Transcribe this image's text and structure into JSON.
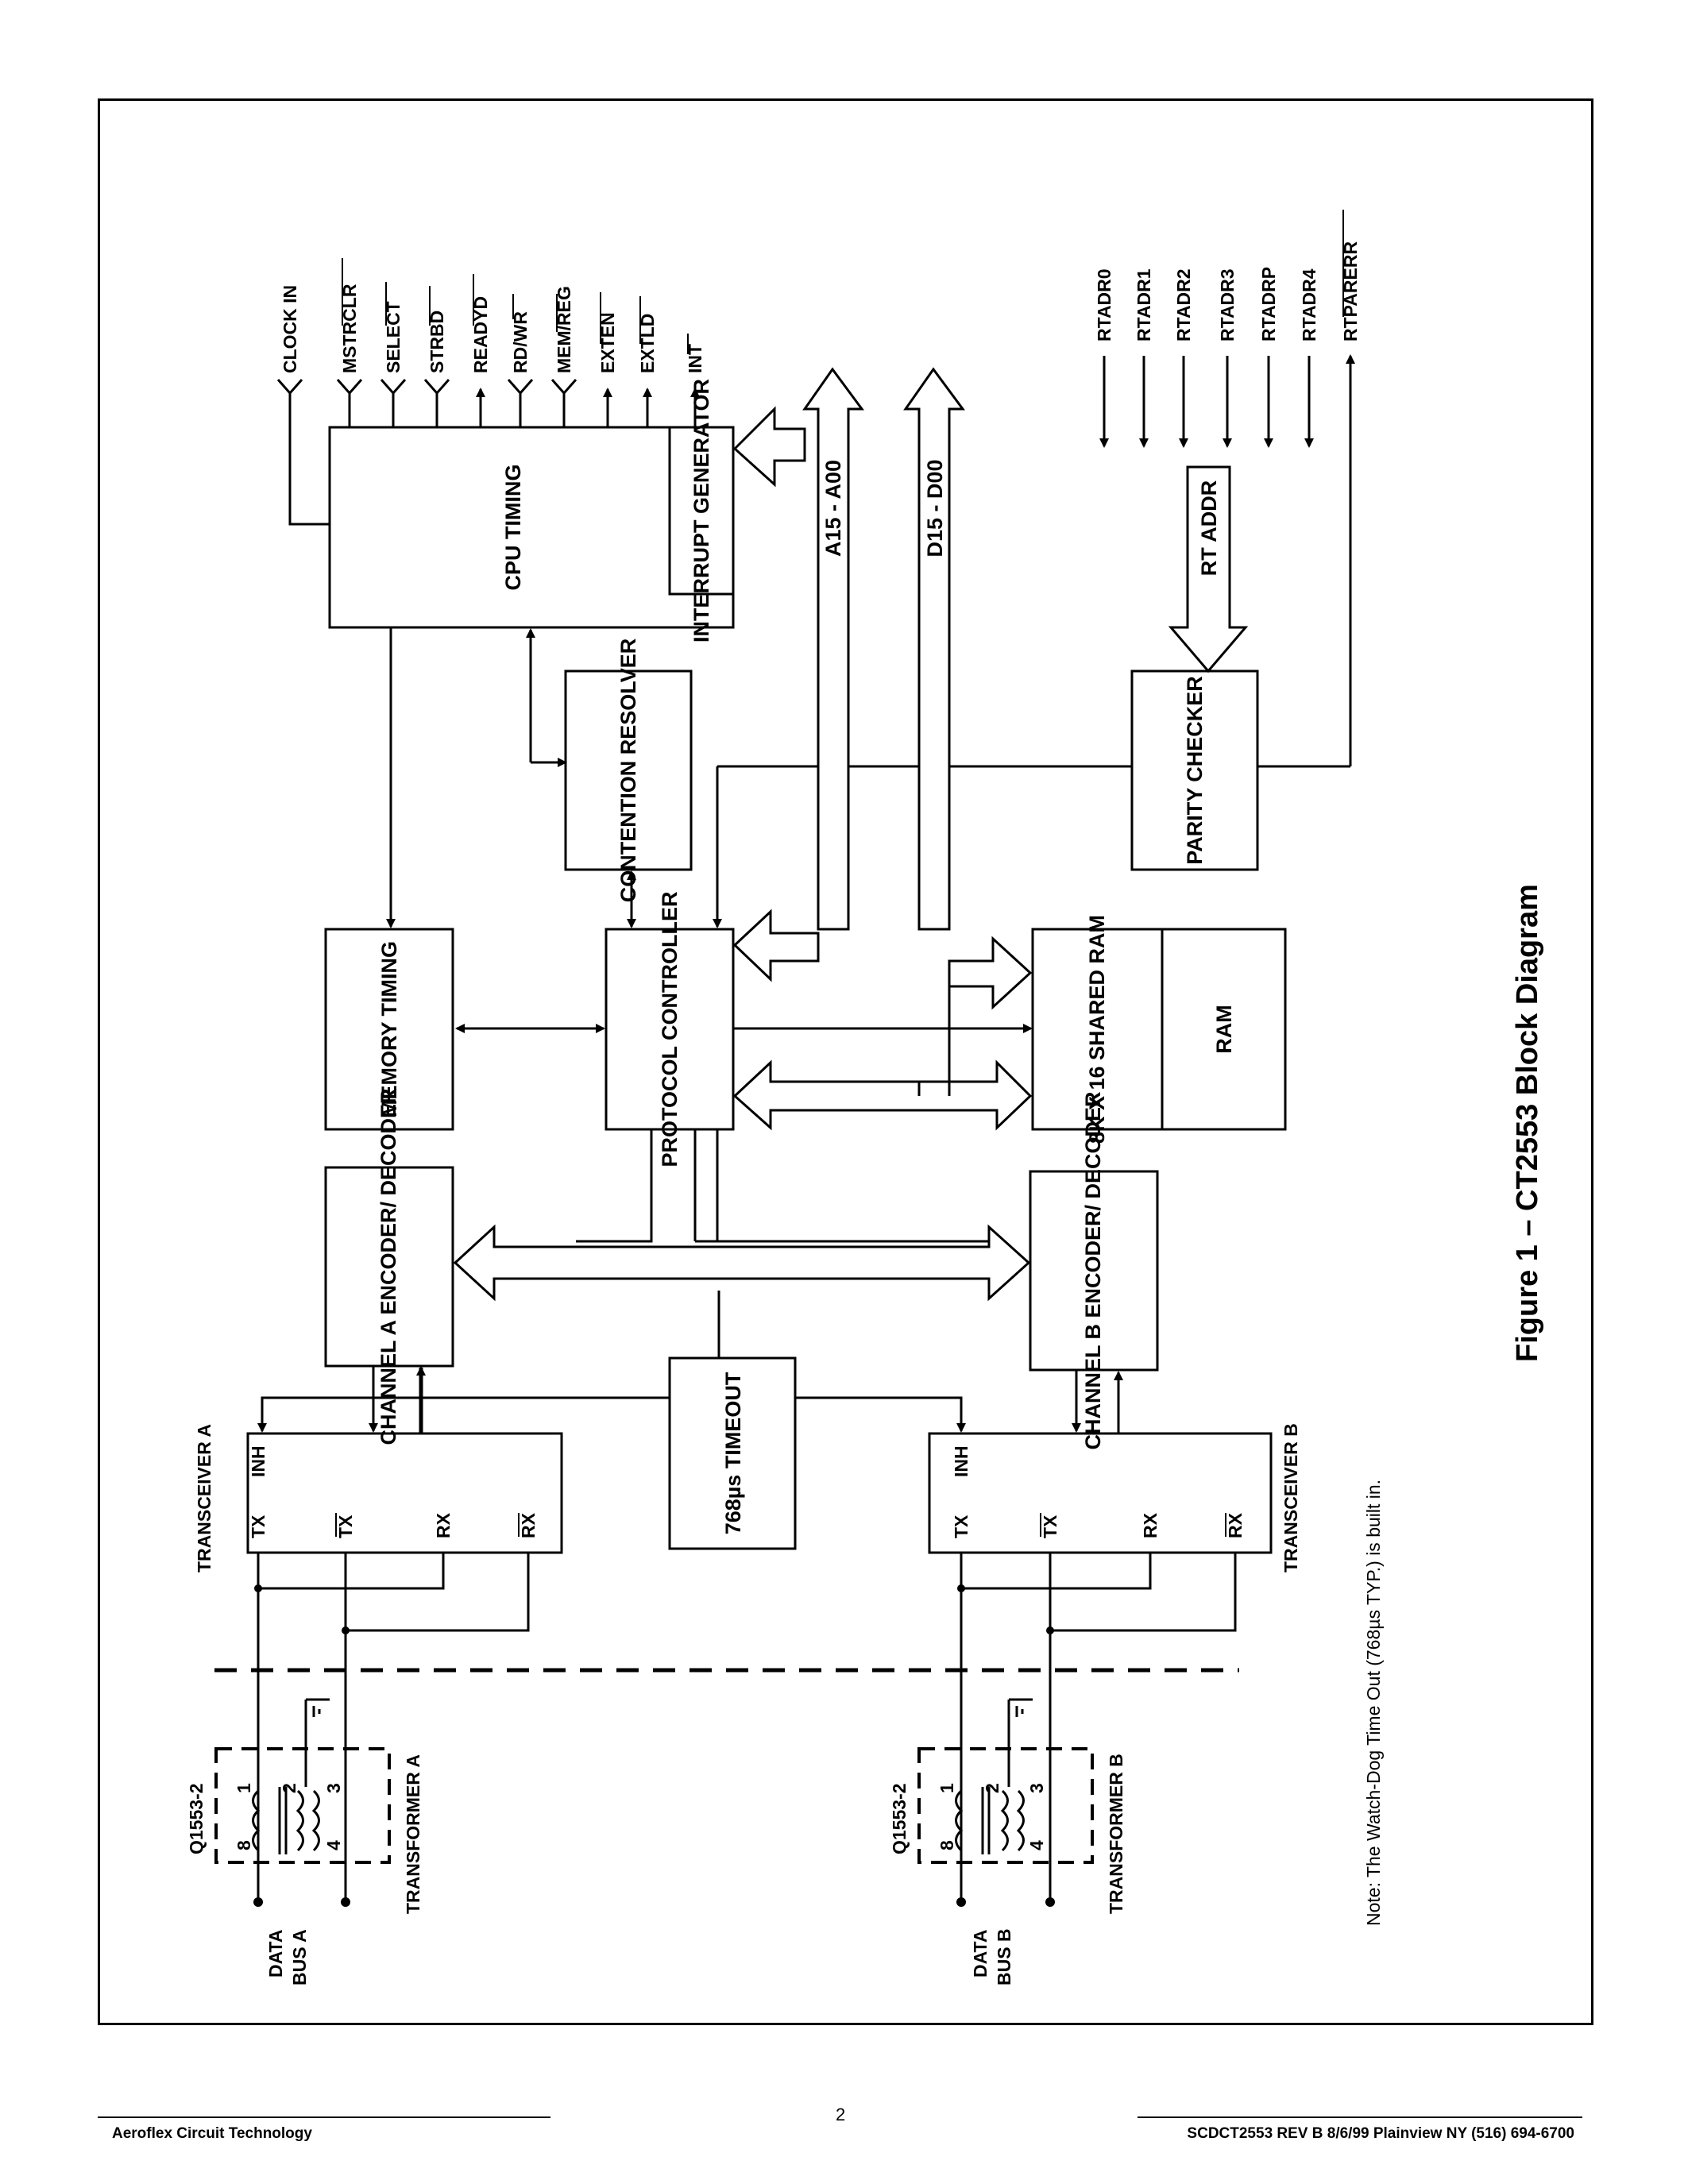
{
  "figure": {
    "title": "Figure 1 – CT2553 Block Diagram",
    "note": "Note: The Watch-Dog Time Out (768µs TYP.) is built in."
  },
  "blocks": {
    "cpu_timing": "CPU TIMING",
    "interrupt_generator": "INTERRUPT GENERATOR",
    "contention_resolver": "CONTENTION RESOLVER",
    "parity_checker": "PARITY CHECKER",
    "memory_timing": "MEMORY TIMING",
    "protocol_controller": "PROTOCOL CONTROLLER",
    "shared_ram": "8K X 16 SHARED RAM",
    "ram": "RAM",
    "channel_a": "CHANNEL A ENCODER/ DECODER",
    "channel_b": "CHANNEL B ENCODER/ DECODER",
    "timeout": "768µs TIMEOUT"
  },
  "signals": {
    "clock_in": "CLOCK IN",
    "mstrclr": "MSTRCLR",
    "select": "SELECT",
    "strbd": "STRBD",
    "readyd": "READYD",
    "rd_wr": "RD/WR",
    "mem_reg": "MEM/REG",
    "exten": "EXTEN",
    "extld": "EXTLD",
    "int": "INT",
    "rtadr0": "RTADR0",
    "rtadr1": "RTADR1",
    "rtadr2": "RTADR2",
    "rtadr3": "RTADR3",
    "rtadrp": "RTADRP",
    "rtadr4": "RTADR4",
    "rtparerr": "RTPARERR"
  },
  "buses": {
    "address": "A15 - A00",
    "data": "D15 - D00",
    "rt_addr": "RT ADDR"
  },
  "transceivers": {
    "a_label": "TRANSCEIVER A",
    "b_label": "TRANSCEIVER B",
    "pin_tx": "TX",
    "pin_txbar": "TX",
    "pin_rx": "RX",
    "pin_rxbar": "RX",
    "pin_inh": "INH"
  },
  "transformers": {
    "part": "Q1553-2",
    "a_label": "TRANSFORMER A",
    "b_label": "TRANSFORMER B",
    "pin1": "1",
    "pin2": "2",
    "pin3": "3",
    "pin4": "4",
    "pin8": "8"
  },
  "data_bus": {
    "data": "DATA",
    "bus_a": "BUS A",
    "bus_b": "BUS B"
  },
  "footer": {
    "company": "Aeroflex Circuit Technology",
    "page": "2",
    "doc_info": "SCDCT2553 REV B  8/6/99  Plainview NY (516) 694-6700"
  }
}
